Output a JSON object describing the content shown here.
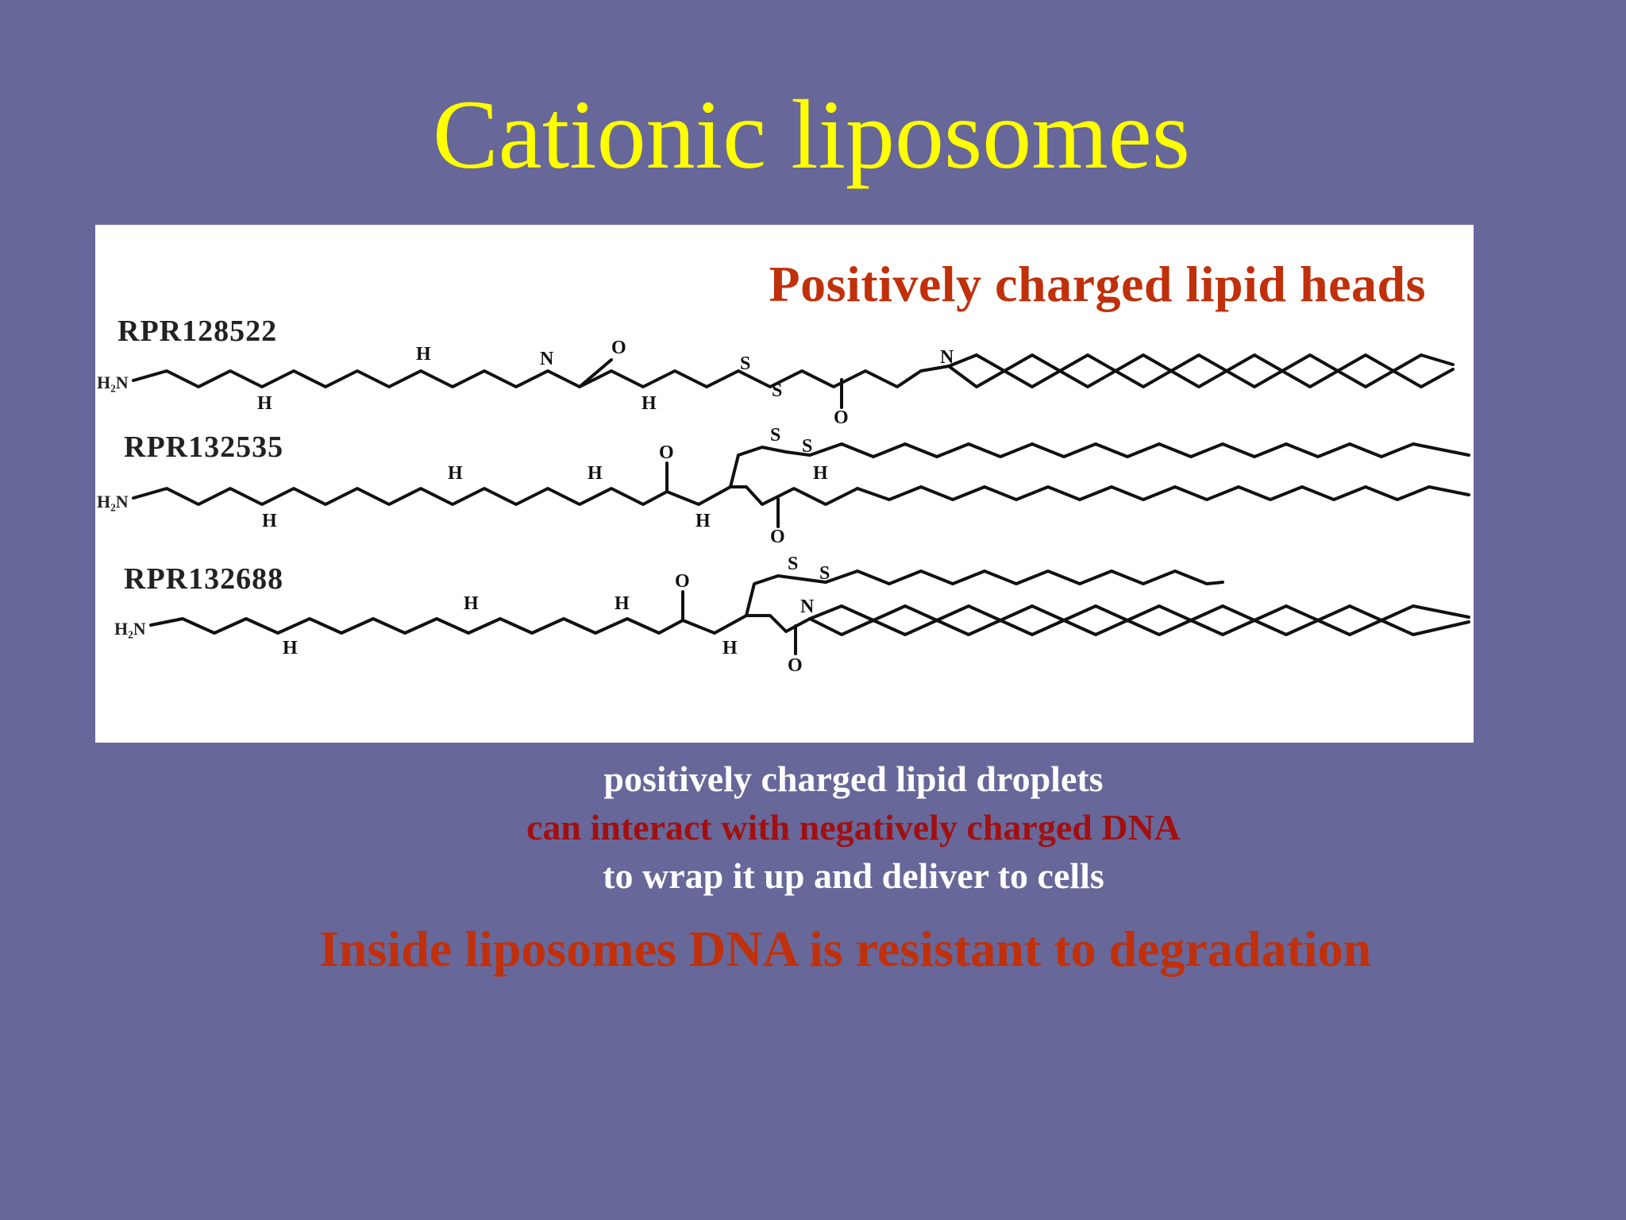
{
  "slide": {
    "title": "Cationic liposomes",
    "figure": {
      "heading": "Positively charged lipid heads",
      "compounds": [
        {
          "name": "RPR128522"
        },
        {
          "name": "RPR132535"
        },
        {
          "name": "RPR132688"
        }
      ],
      "atom_labels": {
        "amine": "H₂N",
        "nh": "H",
        "n": "N",
        "o": "O",
        "s": "S"
      }
    },
    "caption": {
      "line1": "positively charged lipid droplets",
      "line2": "can interact with negatively charged DNA",
      "line3": "to wrap it up and deliver to cells"
    },
    "conclusion": "Inside liposomes DNA is resistant to degradation"
  }
}
